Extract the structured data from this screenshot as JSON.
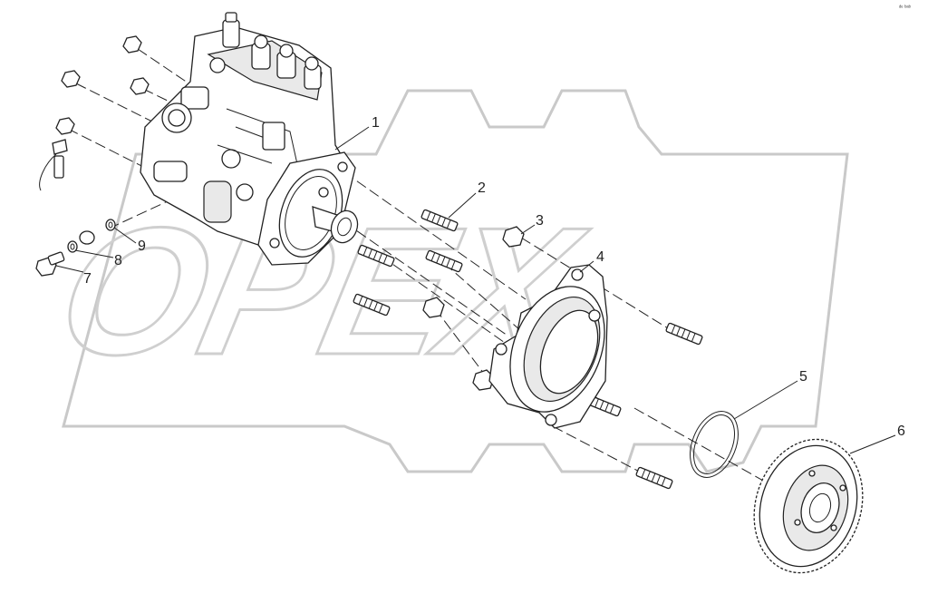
{
  "callouts": [
    {
      "id": "1",
      "label": "1"
    },
    {
      "id": "2",
      "label": "2"
    },
    {
      "id": "3",
      "label": "3"
    },
    {
      "id": "4",
      "label": "4"
    },
    {
      "id": "5",
      "label": "5"
    },
    {
      "id": "6",
      "label": "6"
    },
    {
      "id": "7",
      "label": "7"
    },
    {
      "id": "8",
      "label": "8"
    },
    {
      "id": "9",
      "label": "9"
    }
  ],
  "watermark": {
    "text": "OPEX"
  },
  "corner_mark": {
    "text": "ᵈᵉ ᵇᵃᵇ"
  },
  "colors": {
    "ink": "#222222",
    "watermark": "#c9c9c9",
    "background": "#ffffff"
  }
}
